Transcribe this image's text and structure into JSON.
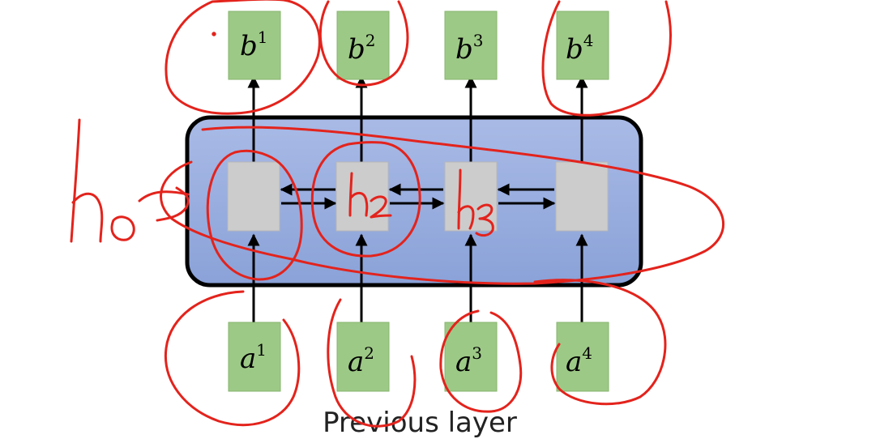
{
  "outputs": [
    {
      "base": "b",
      "sup": "1"
    },
    {
      "base": "b",
      "sup": "2"
    },
    {
      "base": "b",
      "sup": "3"
    },
    {
      "base": "b",
      "sup": "4"
    }
  ],
  "inputs": [
    {
      "base": "a",
      "sup": "1"
    },
    {
      "base": "a",
      "sup": "2"
    },
    {
      "base": "a",
      "sup": "3"
    },
    {
      "base": "a",
      "sup": "4"
    }
  ],
  "caption": "Previous layer",
  "colors": {
    "block_fill": "#93a9dc",
    "block_stroke": "#000000",
    "cell_fill": "#cccccc",
    "io_fill": "#9dc986",
    "ink": "#e3231c"
  }
}
